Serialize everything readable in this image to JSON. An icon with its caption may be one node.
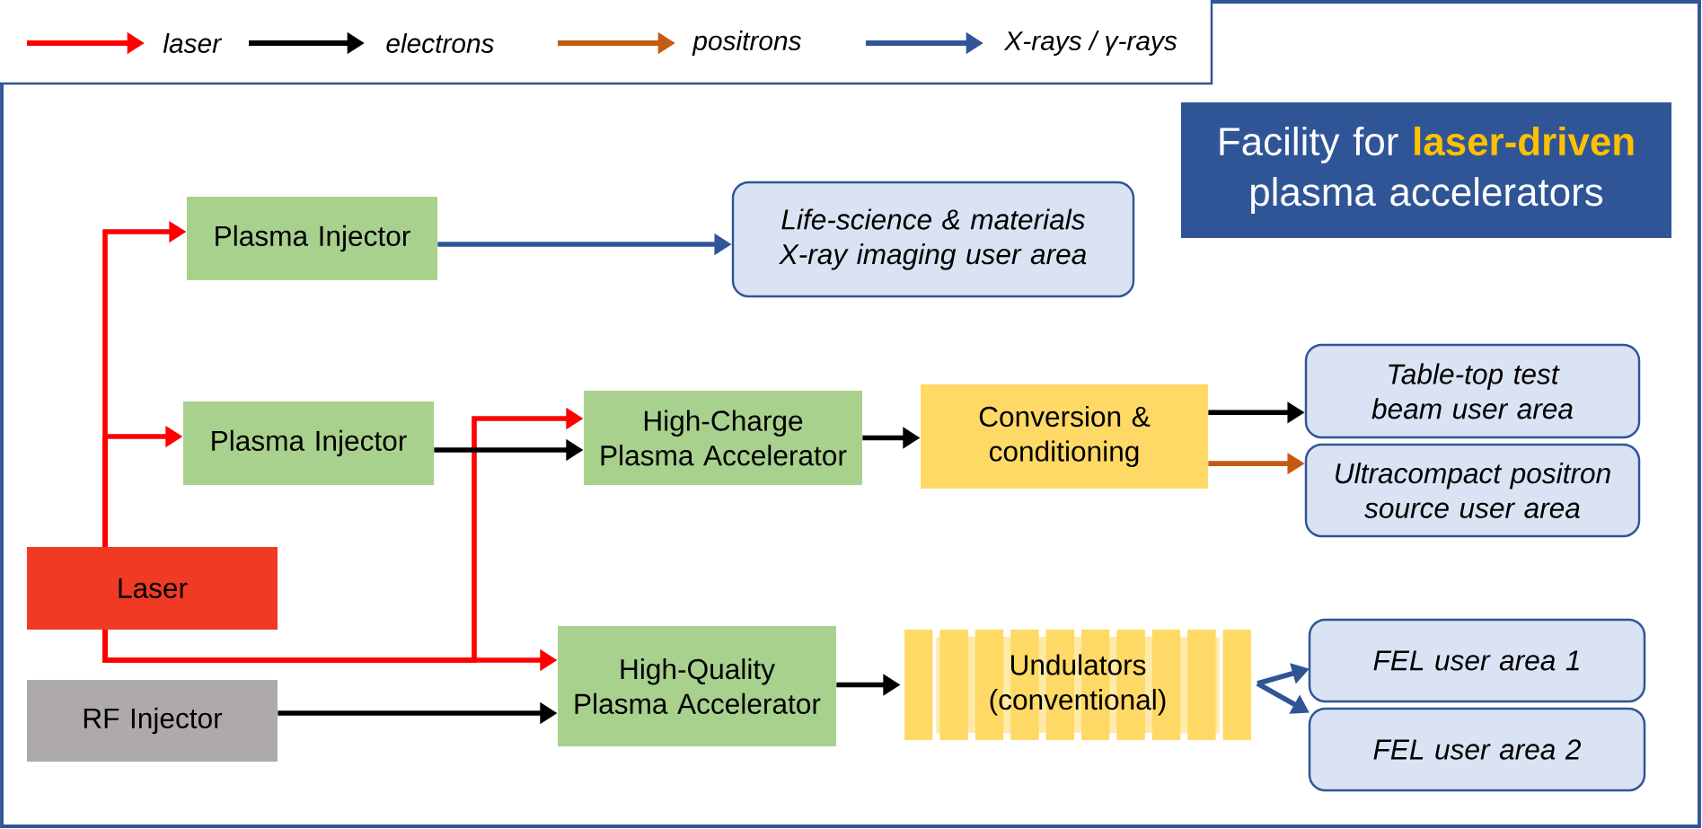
{
  "diagram": {
    "title": "Facility for **laser-driven** plasma accelerators",
    "nodes": [
      {
        "text": [
          "Plasma Injector"
        ]
      },
      {
        "text": [
          "Plasma Injector"
        ]
      },
      {
        "text": [
          "Laser"
        ]
      },
      {
        "text": [
          "RF Injector"
        ]
      },
      {
        "text": [
          "Life-science & materials X-ray imaging user area"
        ]
      },
      {
        "text": [
          "High-Charge Plasma Accelerator"
        ]
      },
      {
        "text": [
          "Conversion & conditioning"
        ]
      },
      {
        "text": [
          "Table-top test beam user area"
        ]
      },
      {
        "text": [
          "Ultracompact positron source user area"
        ]
      },
      {
        "text": [
          "High-Quality Plasma Accelerator"
        ]
      },
      {
        "text": [
          "Undulators (conventional)"
        ]
      },
      {
        "text": [
          "FEL user area 1"
        ]
      },
      {
        "text": [
          "FEL user area 2"
        ]
      }
    ],
    "edges": [
      {
        "from": 2,
        "to": 0,
        "arrow": "to",
        "color": "#ff0000"
      },
      {
        "from": 2,
        "to": 1,
        "arrow": "to",
        "color": "#ff0000"
      },
      {
        "from": 2,
        "to": 5,
        "arrow": "to",
        "color": "#ff0000"
      },
      {
        "from": 2,
        "to": 9,
        "arrow": "to",
        "color": "#ff0000"
      },
      {
        "from": 0,
        "to": 4,
        "arrow": "to",
        "color": "#2f5597"
      },
      {
        "from": 1,
        "to": 5,
        "arrow": "to"
      },
      {
        "from": 5,
        "to": 6,
        "arrow": "to"
      },
      {
        "from": 6,
        "to": 7,
        "arrow": "to"
      },
      {
        "from": 6,
        "to": 8,
        "arrow": "to",
        "color": "#c55a11"
      },
      {
        "from": 3,
        "to": 9,
        "arrow": "to"
      },
      {
        "from": 9,
        "to": 10,
        "arrow": "to"
      },
      {
        "from": 10,
        "to": 11,
        "arrow": "to",
        "color": "#2f5597"
      },
      {
        "from": 10,
        "to": 12,
        "arrow": "to",
        "color": "#2f5597"
      }
    ],
    "legend": [
      {
        "text": "laser",
        "color": "#ff0000"
      },
      {
        "text": "electrons",
        "color": "#000000"
      },
      {
        "text": "positrons",
        "color": "#c55a11"
      },
      {
        "text": "X-rays / γ-rays",
        "color": "#2f5597"
      }
    ]
  }
}
